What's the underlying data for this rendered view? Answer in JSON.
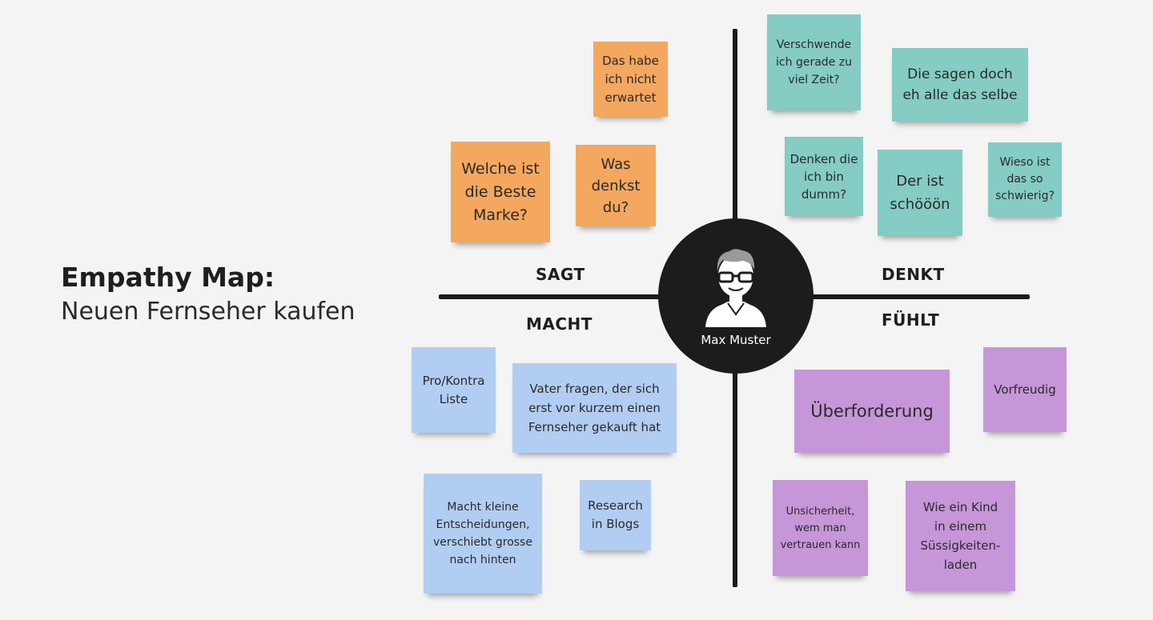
{
  "title": {
    "main": "Empathy Map:",
    "sub": "Neuen Fernseher kaufen"
  },
  "persona": {
    "name": "Max Muster",
    "icon": "user-avatar-icon"
  },
  "quadrants": {
    "sagt": "SAGT",
    "denkt": "DENKT",
    "macht": "MACHT",
    "fuehlt": "FÜHLT"
  },
  "colors": {
    "sagt": "#f4a75f",
    "denkt": "#84ccc4",
    "macht": "#b2cdf2",
    "fuehlt": "#c696d8",
    "axis": "#1a1a1a"
  },
  "notes": {
    "sagt": [
      "Das habe ich nicht erwartet",
      "Welche ist die Beste Marke?",
      "Was denkst du?"
    ],
    "denkt": [
      "Verschwende ich gerade zu viel Zeit?",
      "Die sagen doch eh alle das selbe",
      "Denken die ich bin dumm?",
      "Der ist schööön",
      "Wieso ist das so schwierig?"
    ],
    "macht": [
      "Pro/Kontra Liste",
      "Vater fragen, der sich erst vor kurzem einen Fernseher gekauft hat",
      "Macht kleine Entscheidungen, verschiebt grosse nach hinten",
      "Research in Blogs"
    ],
    "fuehlt": [
      "Überforderung",
      "Vorfreudig",
      "Unsicherheit, wem man vertrauen kann",
      "Wie ein Kind in einem Süssigkeiten-laden"
    ]
  }
}
